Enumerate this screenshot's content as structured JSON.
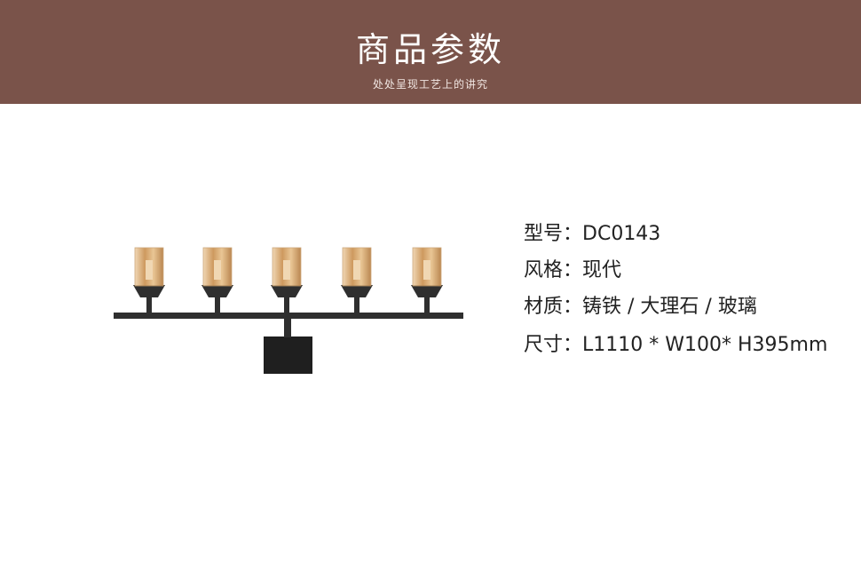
{
  "banner": {
    "title": "商品参数",
    "subtitle": "处处呈现工艺上的讲究"
  },
  "product": {
    "icon": "candle-holder-illustration",
    "colors": {
      "banner_bg": "#7a534a",
      "metal": "#2f2f2f",
      "glass": "#d9a86b",
      "base": "#1f1f1f"
    }
  },
  "specs": [
    {
      "label": "型号：",
      "value": "DC0143"
    },
    {
      "label": "风格：",
      "value": "现代"
    },
    {
      "label": "材质：",
      "value": "铸铁 / 大理石 / 玻璃"
    },
    {
      "label": "尺寸：",
      "value": "L1110 * W100* H395mm"
    }
  ]
}
